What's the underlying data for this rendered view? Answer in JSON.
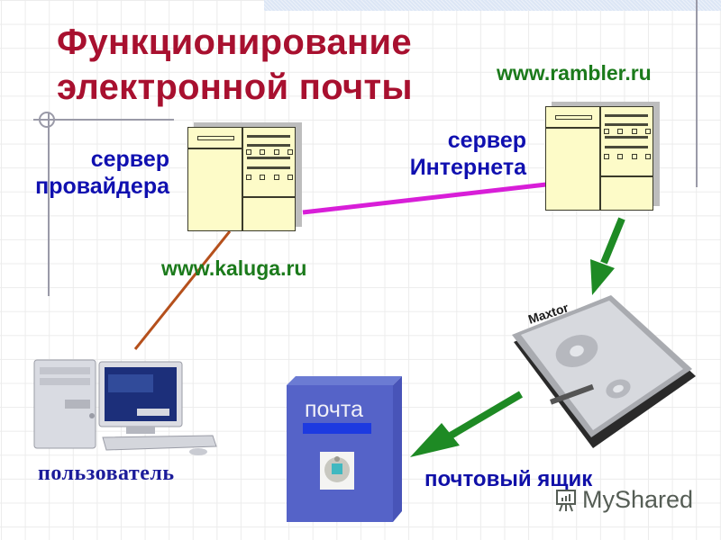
{
  "slide": {
    "title_line1": "Функционирование",
    "title_line2": "электронной почты",
    "colors": {
      "title": "#a8102f",
      "label_blue": "#1010b0",
      "url_green": "#1b7a1b",
      "server_fill": "#fdfbc8",
      "link_magenta": "#d81ed8",
      "link_brown": "#b5501c",
      "arrow_green": "#1e8a24",
      "mailbox_blue": "#5563c8"
    }
  },
  "nodes": {
    "provider_server": {
      "label_line1": "сервер",
      "label_line2": "провайдера",
      "url": "www.kaluga.ru",
      "icon": "server-icon"
    },
    "internet_server": {
      "label_line1": "сервер",
      "label_line2": "Интернета",
      "url": "www.rambler.ru",
      "icon": "server-icon"
    },
    "user": {
      "label": "пользователь",
      "icon": "desktop-computer-icon"
    },
    "hard_drive": {
      "brand": "Maxtor",
      "icon": "hard-disk-icon"
    },
    "mailbox": {
      "label": "почта",
      "caption": "почтовый ящик",
      "icon": "mailbox-icon",
      "emblem": "coat-of-arms-icon"
    }
  },
  "connections": [
    {
      "from": "user",
      "to": "provider_server",
      "style": "line",
      "color": "#b5501c"
    },
    {
      "from": "provider_server",
      "to": "internet_server",
      "style": "line",
      "color": "#d81ed8"
    },
    {
      "from": "internet_server",
      "to": "hard_drive",
      "style": "arrow",
      "color": "#1e8a24"
    },
    {
      "from": "hard_drive",
      "to": "mailbox",
      "style": "arrow",
      "color": "#1e8a24"
    }
  ],
  "watermark": {
    "text": "MyShared",
    "icon": "presentation-board-icon"
  }
}
